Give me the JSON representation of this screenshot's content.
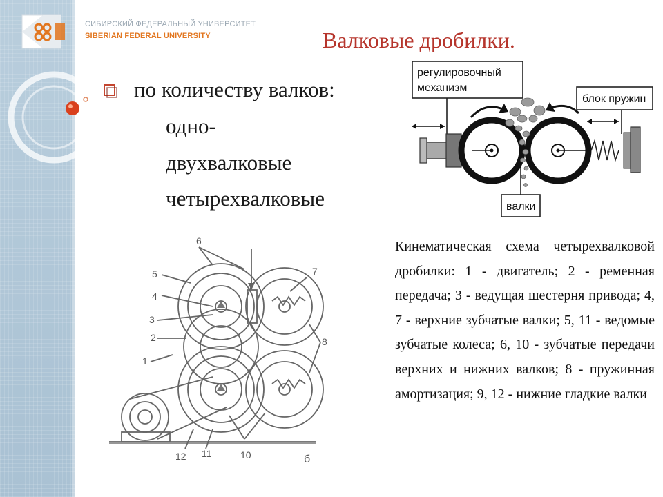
{
  "logo": {
    "line1": "СИБИРСКИЙ ФЕДЕРАЛЬНЫЙ УНИВЕРСИТЕТ",
    "line2": "SIBERIAN FEDERAL UNIVERSITY"
  },
  "slide": {
    "title": "Валковые дробилки."
  },
  "bullets": {
    "main": "по количеству валков:",
    "items": [
      "одно-",
      "двухвалковые",
      "четырехвалковые"
    ]
  },
  "diagram_top": {
    "label_mechanism_1": "регулировочный",
    "label_mechanism_2": "механизм",
    "label_springs": "блок пружин",
    "label_rolls": "валки"
  },
  "diagram_bottom": {
    "numbers": [
      "6",
      "5",
      "4",
      "3",
      "2",
      "1",
      "7",
      "8",
      "12",
      "11",
      "10",
      "б"
    ]
  },
  "caption": {
    "text": "Кинематическая схема четырехвалковой дробилки: 1 - двигатель; 2 - ременная передача; 3 - ведущая шестерня привода; 4, 7 - верхние зубчатые валки; 5, 11 - ведомые зубчатые колеса; 6, 10 - зубчатые передачи верхних и нижних валков; 8 - пружинная амортизация; 9, 12 - нижние гладкие валки"
  },
  "colors": {
    "title": "#b6352c",
    "sidebar": "#b9cedd",
    "bullet_accent": "#d9411e",
    "logo_orange": "#e2761f"
  }
}
